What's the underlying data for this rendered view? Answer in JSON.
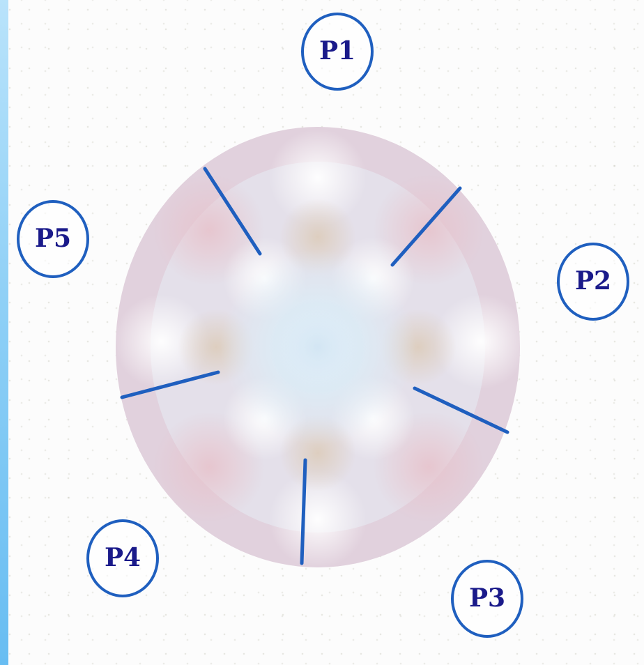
{
  "colors": {
    "accent_blue": "#1f5fbf",
    "label_navy": "#1a1a8a",
    "side_bar": "#8fd0f6"
  },
  "nodes": [
    {
      "id": "p1",
      "label": "P1"
    },
    {
      "id": "p2",
      "label": "P2"
    },
    {
      "id": "p3",
      "label": "P3"
    },
    {
      "id": "p4",
      "label": "P4"
    },
    {
      "id": "p5",
      "label": "P5"
    }
  ],
  "table_segments": 5
}
